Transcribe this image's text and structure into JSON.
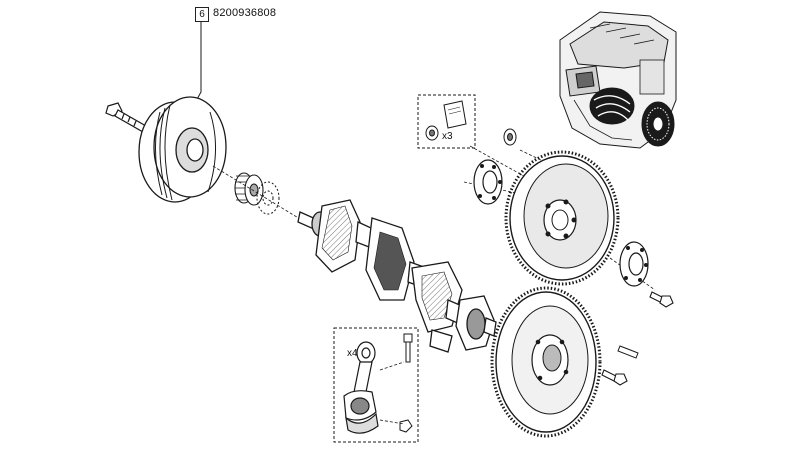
{
  "callout": {
    "number": "6",
    "part_number": "8200936808"
  },
  "groups": {
    "nut_kit": {
      "quantity": "x3"
    },
    "con_rod_kit": {
      "quantity": "x4"
    }
  },
  "colors": {
    "line": "#1a1a1a",
    "fill": "#ffffff",
    "shade": "#bdbdbd",
    "dark": "#4a4a4a"
  }
}
